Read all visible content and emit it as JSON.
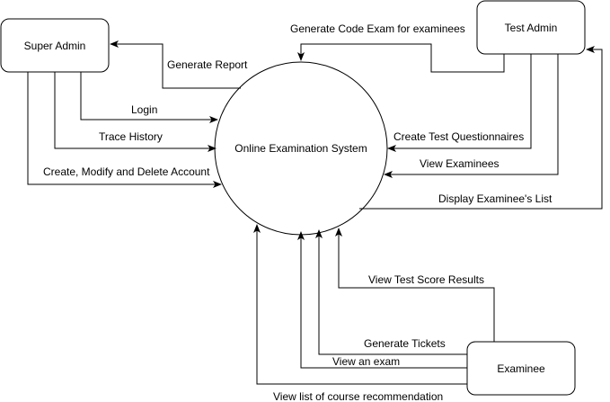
{
  "process": {
    "label": "Online Examination System"
  },
  "entities": {
    "super_admin": "Super Admin",
    "test_admin": "Test Admin",
    "examinee": "Examinee"
  },
  "flows": {
    "generate_report": "Generate Report",
    "login": "Login",
    "trace_history": "Trace History",
    "account_management": "Create, Modify and Delete Account",
    "generate_code_exam": "Generate Code Exam for examinees",
    "create_test_questionnaires": "Create Test Questionnaires",
    "view_examinees": "View Examinees",
    "display_examinee_list": "Display Examinee's List",
    "view_test_score_results": "View Test Score Results",
    "generate_tickets": "Generate Tickets",
    "view_an_exam": "View an exam",
    "view_course_recommendation": "View list of course recommendation"
  }
}
